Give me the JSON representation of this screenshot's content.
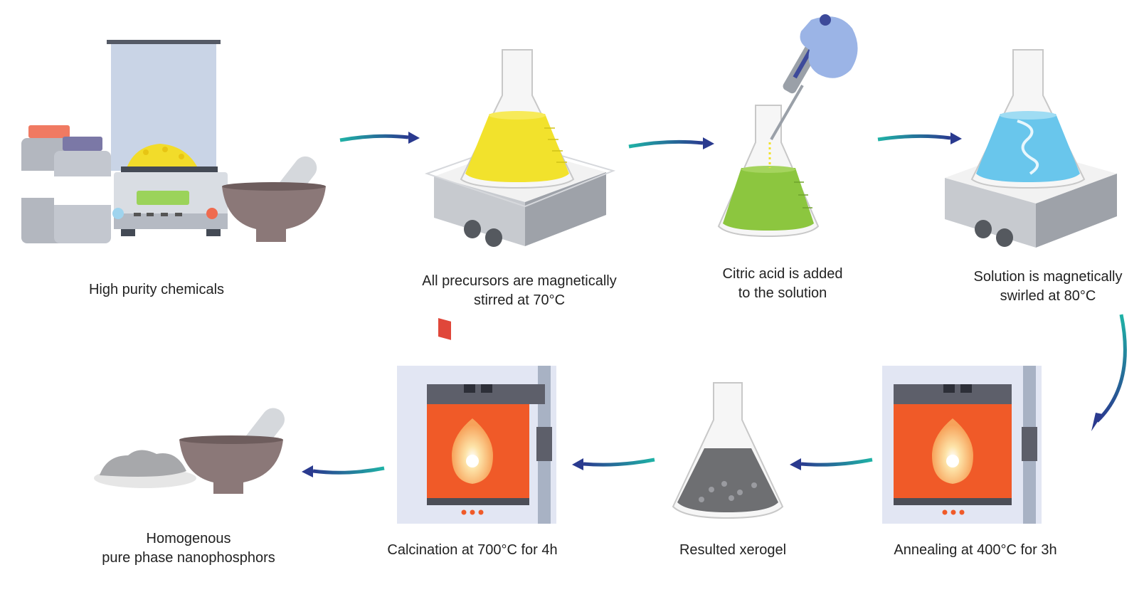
{
  "steps": [
    {
      "id": "chemicals",
      "lines": [
        "High purity chemicals"
      ]
    },
    {
      "id": "stir70",
      "lines": [
        "All precursors are magnetically",
        "stirred at 70°C"
      ]
    },
    {
      "id": "citric",
      "lines": [
        "Citric acid is added",
        "to the solution"
      ]
    },
    {
      "id": "swirl80",
      "lines": [
        "Solution is magnetically",
        "swirled at 80°C"
      ]
    },
    {
      "id": "anneal",
      "lines": [
        "Annealing at 400°C for 3h"
      ]
    },
    {
      "id": "xerogel",
      "lines": [
        "Resulted xerogel"
      ]
    },
    {
      "id": "calcine",
      "lines": [
        "Calcination at 700°C for 4h"
      ]
    },
    {
      "id": "product",
      "lines": [
        "Homogenous",
        "pure phase nanophosphors"
      ]
    }
  ],
  "colors": {
    "arrow_start": "#1fb3a6",
    "arrow_end": "#2a3a8f",
    "yellow_liquid": "#f2e22c",
    "green_liquid": "#8cc63f",
    "blue_liquid": "#69c6ec",
    "furnace_fire": "#f05a28",
    "mortar": "#8b7878",
    "glove": "#9bb4e6"
  }
}
